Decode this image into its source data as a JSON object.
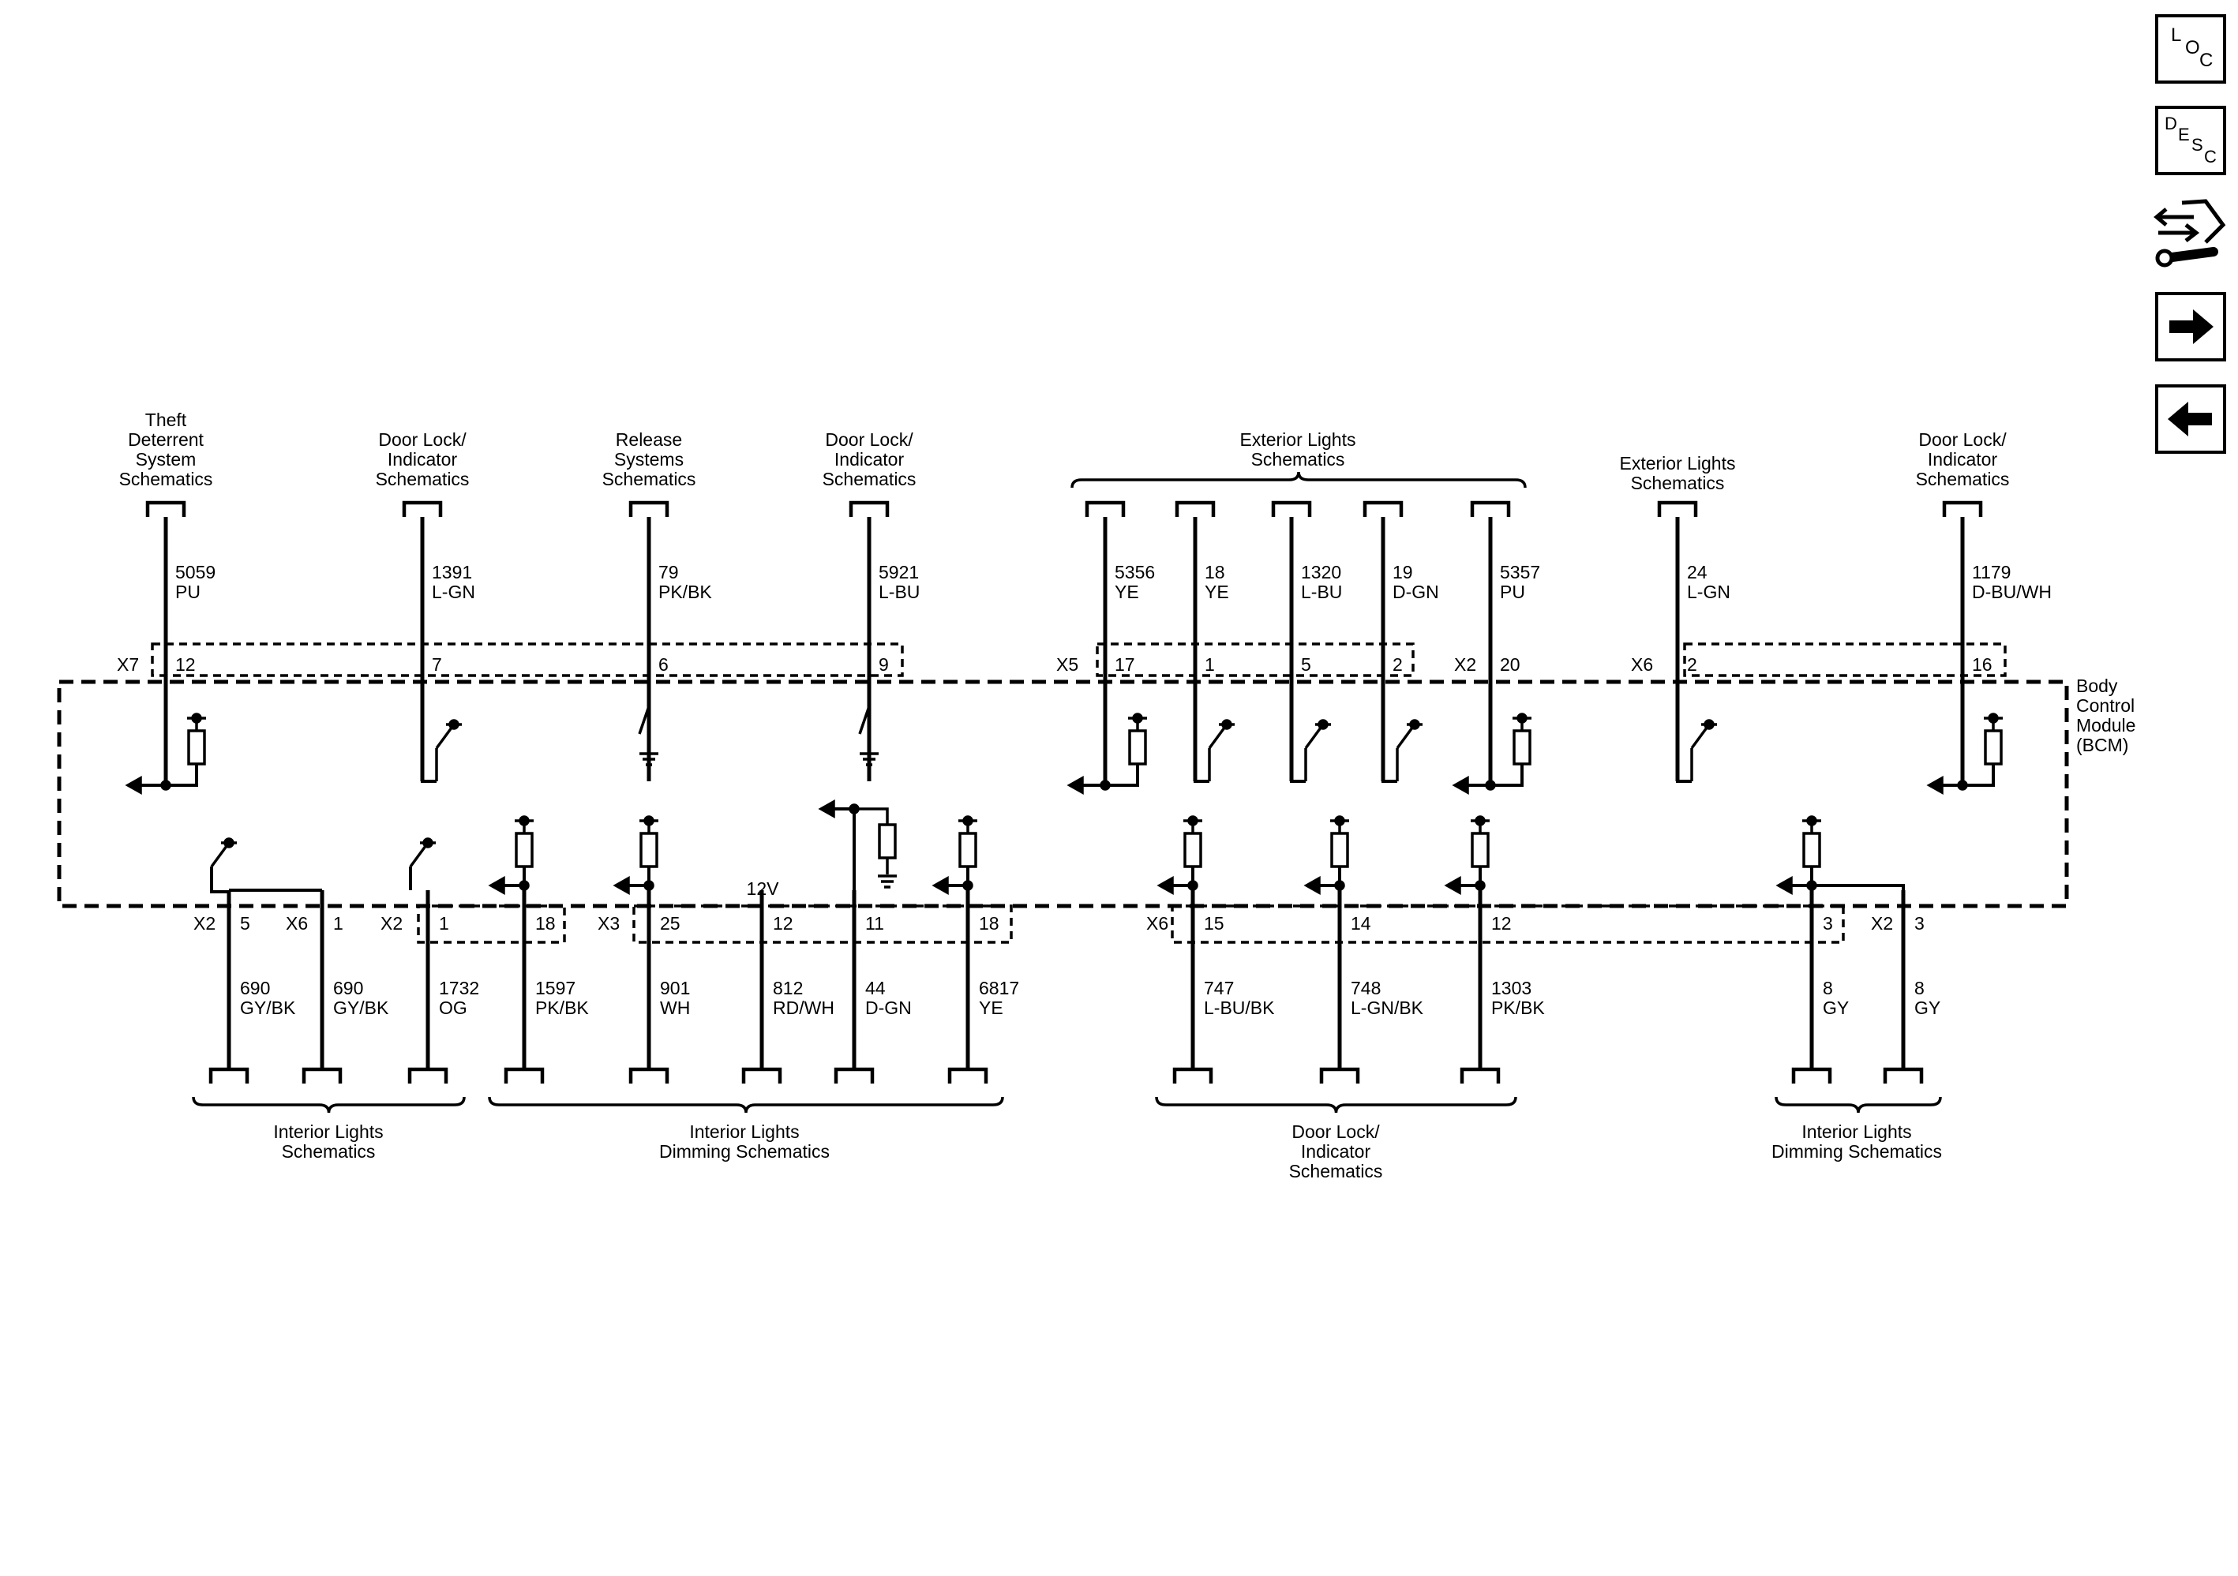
{
  "module": {
    "name_lines": [
      "Body",
      "Control",
      "Module",
      "(BCM)"
    ]
  },
  "nav": {
    "loc": [
      "L",
      "O",
      "C"
    ],
    "desc": [
      "D",
      "E",
      "S",
      "C"
    ]
  },
  "top_connectors": [
    {
      "id": "X7",
      "pins": [
        "12",
        "7",
        "6",
        "9"
      ]
    },
    {
      "id": "X5",
      "pins": [
        "17",
        "1",
        "5",
        "2"
      ]
    },
    {
      "id": "X2",
      "pins": [
        "20"
      ]
    },
    {
      "id": "X6",
      "pins": [
        "2",
        "16"
      ]
    }
  ],
  "top_circuits": [
    {
      "circuit": "5059",
      "color": "PU",
      "pin": "12"
    },
    {
      "circuit": "1391",
      "color": "L-GN",
      "pin": "7"
    },
    {
      "circuit": "79",
      "color": "PK/BK",
      "pin": "6"
    },
    {
      "circuit": "5921",
      "color": "L-BU",
      "pin": "9"
    },
    {
      "circuit": "5356",
      "color": "YE",
      "pin": "17"
    },
    {
      "circuit": "18",
      "color": "YE",
      "pin": "1"
    },
    {
      "circuit": "1320",
      "color": "L-BU",
      "pin": "5"
    },
    {
      "circuit": "19",
      "color": "D-GN",
      "pin": "2"
    },
    {
      "circuit": "5357",
      "color": "PU",
      "pin": "20"
    },
    {
      "circuit": "24",
      "color": "L-GN",
      "pin": "2"
    },
    {
      "circuit": "1179",
      "color": "D-BU/WH",
      "pin": "16"
    }
  ],
  "top_destinations": [
    [
      "Theft",
      "Deterrent",
      "System",
      "Schematics"
    ],
    [
      "Door Lock/",
      "Indicator",
      "Schematics"
    ],
    [
      "Release",
      "Systems",
      "Schematics"
    ],
    [
      "Door Lock/",
      "Indicator",
      "Schematics"
    ],
    [
      "Exterior Lights",
      "Schematics"
    ],
    [
      "Exterior Lights",
      "Schematics"
    ],
    [
      "Door Lock/",
      "Indicator",
      "Schematics"
    ]
  ],
  "bottom_connectors": [
    "X2",
    "X6",
    "X2",
    "X3",
    "X6",
    "X2"
  ],
  "bottom_circuits": [
    {
      "circuit": "690",
      "color": "GY/BK",
      "pin": "5"
    },
    {
      "circuit": "690",
      "color": "GY/BK",
      "pin": "1"
    },
    {
      "circuit": "1732",
      "color": "OG",
      "pin": "1"
    },
    {
      "circuit": "1597",
      "color": "PK/BK",
      "pin": "18"
    },
    {
      "circuit": "901",
      "color": "WH",
      "pin": "25"
    },
    {
      "circuit": "812",
      "color": "RD/WH",
      "pin": "12"
    },
    {
      "circuit": "44",
      "color": "D-GN",
      "pin": "11"
    },
    {
      "circuit": "6817",
      "color": "YE",
      "pin": "18"
    },
    {
      "circuit": "747",
      "color": "L-BU/BK",
      "pin": "15"
    },
    {
      "circuit": "748",
      "color": "L-GN/BK",
      "pin": "14"
    },
    {
      "circuit": "1303",
      "color": "PK/BK",
      "pin": "12"
    },
    {
      "circuit": "8",
      "color": "GY",
      "pin": "3"
    },
    {
      "circuit": "8",
      "color": "GY",
      "pin": "3"
    }
  ],
  "supply_label": "12V",
  "bottom_destinations": [
    [
      "Interior Lights",
      "Schematics"
    ],
    [
      "Interior Lights",
      "Dimming Schematics"
    ],
    [
      "Door Lock/",
      "Indicator",
      "Schematics"
    ],
    [
      "Interior Lights",
      "Dimming Schematics"
    ]
  ]
}
